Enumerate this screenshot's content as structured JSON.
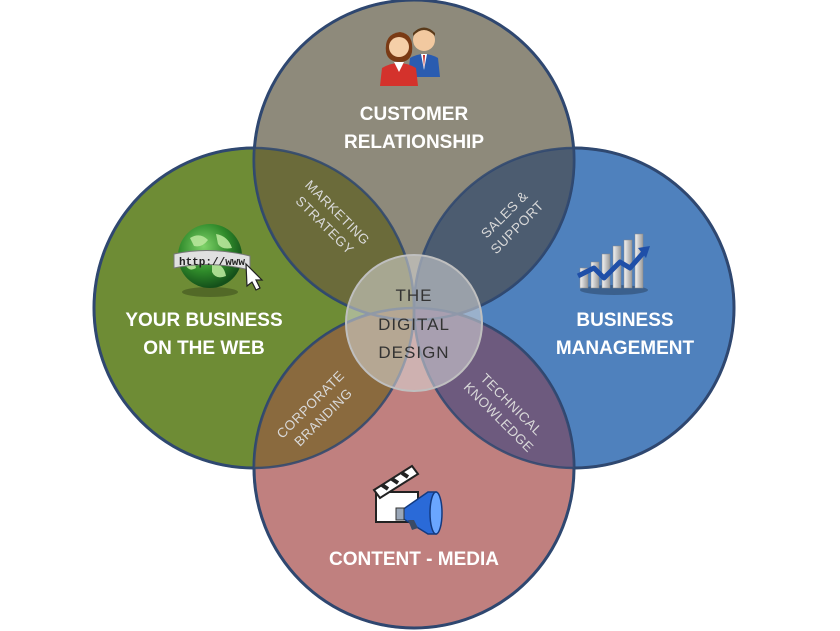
{
  "diagram": {
    "center": {
      "lines": [
        "THE",
        "DIGITAL",
        "DESIGN"
      ]
    },
    "circles": [
      {
        "id": "top",
        "lines": [
          "CUSTOMER",
          "RELATIONSHIP"
        ],
        "icon": "people-icon",
        "color": "#8e8a7b"
      },
      {
        "id": "left",
        "lines": [
          "YOUR BUSINESS",
          "ON THE WEB"
        ],
        "icon": "globe-www-icon",
        "color": "#6e8c35"
      },
      {
        "id": "right",
        "lines": [
          "BUSINESS",
          "MANAGEMENT"
        ],
        "icon": "bar-chart-icon",
        "color": "#4f81bd"
      },
      {
        "id": "bottom",
        "lines": [
          "CONTENT - MEDIA"
        ],
        "icon": "media-clapper-megaphone-icon",
        "color": "#c0807f"
      }
    ],
    "overlaps": [
      {
        "id": "top-left",
        "lines": [
          "MARKETING",
          "STRATEGY"
        ]
      },
      {
        "id": "top-right",
        "lines": [
          "SALES &",
          "SUPPORT"
        ]
      },
      {
        "id": "bottom-left",
        "lines": [
          "CORPORATE",
          "BRANDING"
        ]
      },
      {
        "id": "bottom-right",
        "lines": [
          "TECHNICAL",
          "KNOWLEDGE"
        ]
      }
    ],
    "icon_details": {
      "globe_text": "http://www"
    }
  }
}
